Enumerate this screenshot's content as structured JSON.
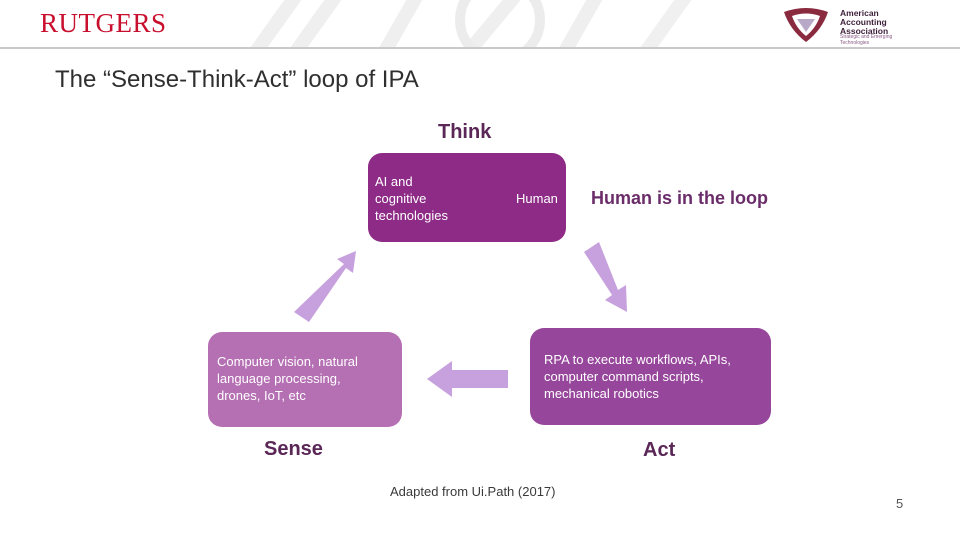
{
  "header": {
    "logo_left": "RUTGERS",
    "logo_right": {
      "name_lines": [
        "American",
        "Accounting",
        "Association"
      ],
      "sub_lines": [
        "Strategic and Emerging",
        "Technologies"
      ]
    }
  },
  "slide": {
    "title": "The “Sense-Think-Act” loop of IPA",
    "page_number": "5",
    "caption": "Adapted from Ui.Path (2017)"
  },
  "diagram": {
    "think": {
      "label": "Think",
      "left_text_lines": [
        "AI and",
        "cognitive",
        "technologies"
      ],
      "right_text": "Human",
      "note": "Human is in the loop"
    },
    "sense": {
      "label": "Sense",
      "text_lines": [
        "Computer vision, natural",
        "language processing,",
        "drones, IoT, etc"
      ]
    },
    "act": {
      "label": "Act",
      "text_lines": [
        "RPA to execute workflows, APIs,",
        "computer command scripts,",
        "mechanical robotics"
      ]
    },
    "colors": {
      "think_box": "#8d2b87",
      "sense_box": "#b56fb3",
      "act_box": "#96469b",
      "arrow": "#c7a1dd",
      "loop_icon": "#f4a81d",
      "brand_red": "#c8102e"
    }
  }
}
